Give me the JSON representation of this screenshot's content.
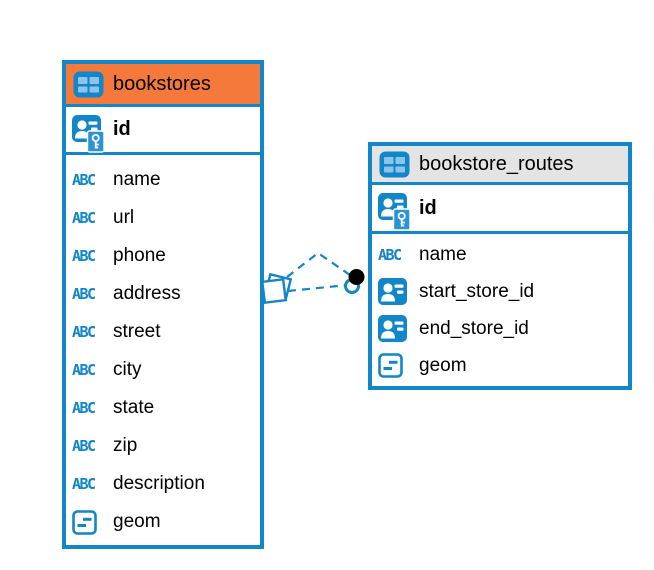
{
  "colors": {
    "accent_blue": "#1186c9",
    "icon_cell_blue": "#8ec3ec",
    "key_badge_blue": "#2b94d6",
    "selected_header_orange": "#f5793b",
    "header_gray": "#e4e4e4",
    "relationship_dot_black": "#000000",
    "text_black": "#000000",
    "table_background": "#ffffff"
  },
  "icons": {
    "text_label": "ABC"
  },
  "tables": [
    {
      "name": "bookstores",
      "selected": true,
      "primary_key": {
        "name": "id",
        "icon": "person-key-icon"
      },
      "columns": [
        {
          "name": "name",
          "icon": "text-icon"
        },
        {
          "name": "url",
          "icon": "text-icon"
        },
        {
          "name": "phone",
          "icon": "text-icon"
        },
        {
          "name": "address",
          "icon": "text-icon"
        },
        {
          "name": "street",
          "icon": "text-icon"
        },
        {
          "name": "city",
          "icon": "text-icon"
        },
        {
          "name": "state",
          "icon": "text-icon"
        },
        {
          "name": "zip",
          "icon": "text-icon"
        },
        {
          "name": "description",
          "icon": "text-icon"
        },
        {
          "name": "geom",
          "icon": "geometry-icon"
        }
      ]
    },
    {
      "name": "bookstore_routes",
      "selected": false,
      "primary_key": {
        "name": "id",
        "icon": "person-key-icon"
      },
      "columns": [
        {
          "name": "name",
          "icon": "text-icon"
        },
        {
          "name": "start_store_id",
          "icon": "person-icon"
        },
        {
          "name": "end_store_id",
          "icon": "person-icon"
        },
        {
          "name": "geom",
          "icon": "geometry-icon"
        }
      ]
    }
  ],
  "relationship": {
    "from_table": "bookstore_routes",
    "to_table": "bookstores",
    "line_style": "dashed",
    "line_count": 2
  }
}
